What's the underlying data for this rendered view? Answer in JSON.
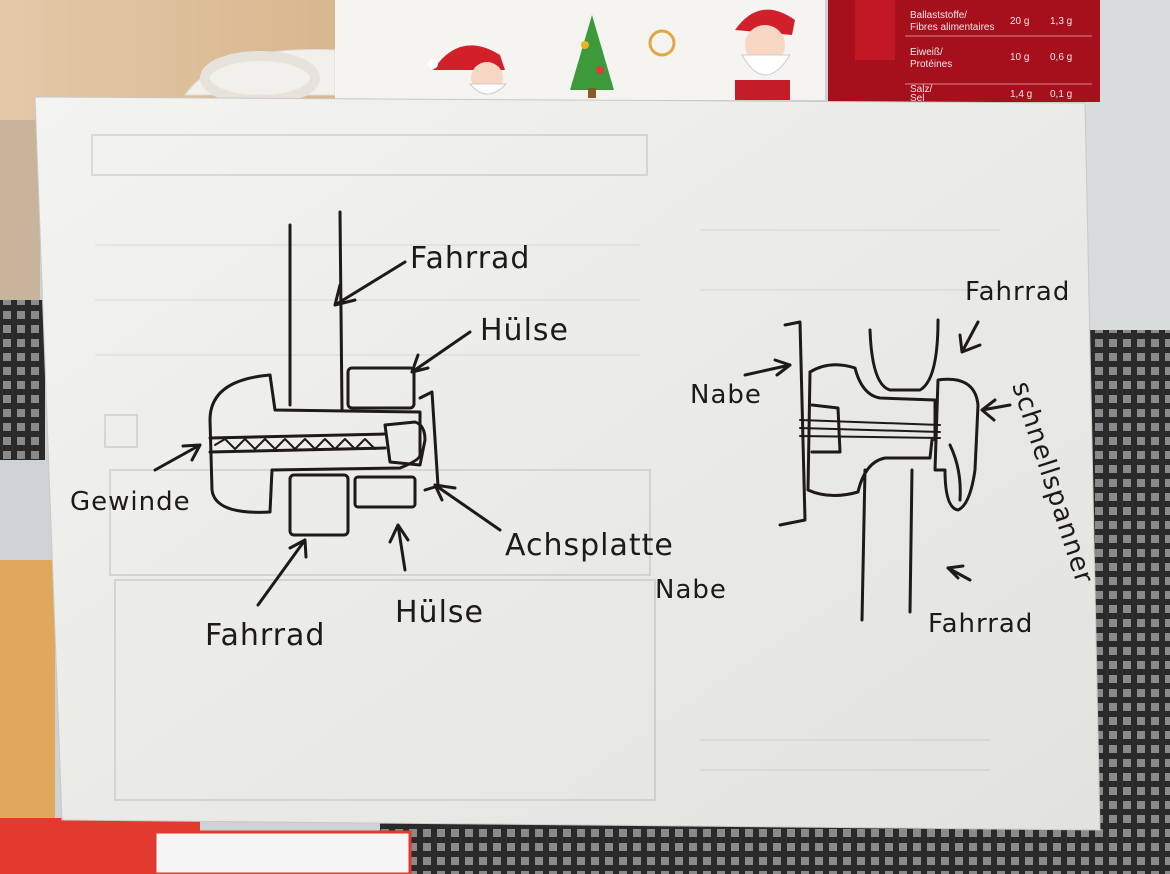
{
  "nutrition_box": {
    "rows": [
      {
        "label": "Ballaststoffe/",
        "label2": "Fibres alimentaires",
        "v1": "20 g",
        "v2": "1,3 g"
      },
      {
        "label": "Eiweiß/",
        "label2": "Protéines",
        "v1": "10 g",
        "v2": "0,6 g"
      },
      {
        "label": "Salz/",
        "label2": "Sel",
        "v1": "1,4 g",
        "v2": "0,1 g"
      }
    ]
  },
  "left_sketch": {
    "labels": {
      "fahrrad_top": "Fahrrad",
      "huelse_top": "Hülse",
      "gewinde": "Gewinde",
      "achsplatte": "Achsplatte",
      "nabe": "Nabe",
      "fahrrad_bottom": "Fahrrad",
      "huelse_bottom": "Hülse"
    }
  },
  "right_sketch": {
    "labels": {
      "fahrrad_top": "Fahrrad",
      "nabe": "Nabe",
      "schnellspanner": "schnellspanner",
      "fahrrad_bottom": "Fahrrad"
    }
  },
  "colors": {
    "paper": "#eeeeec",
    "ink": "#1e1a1a",
    "box_red": "#a5101c",
    "mug": "#f6f4f0",
    "mat": "#222222"
  }
}
